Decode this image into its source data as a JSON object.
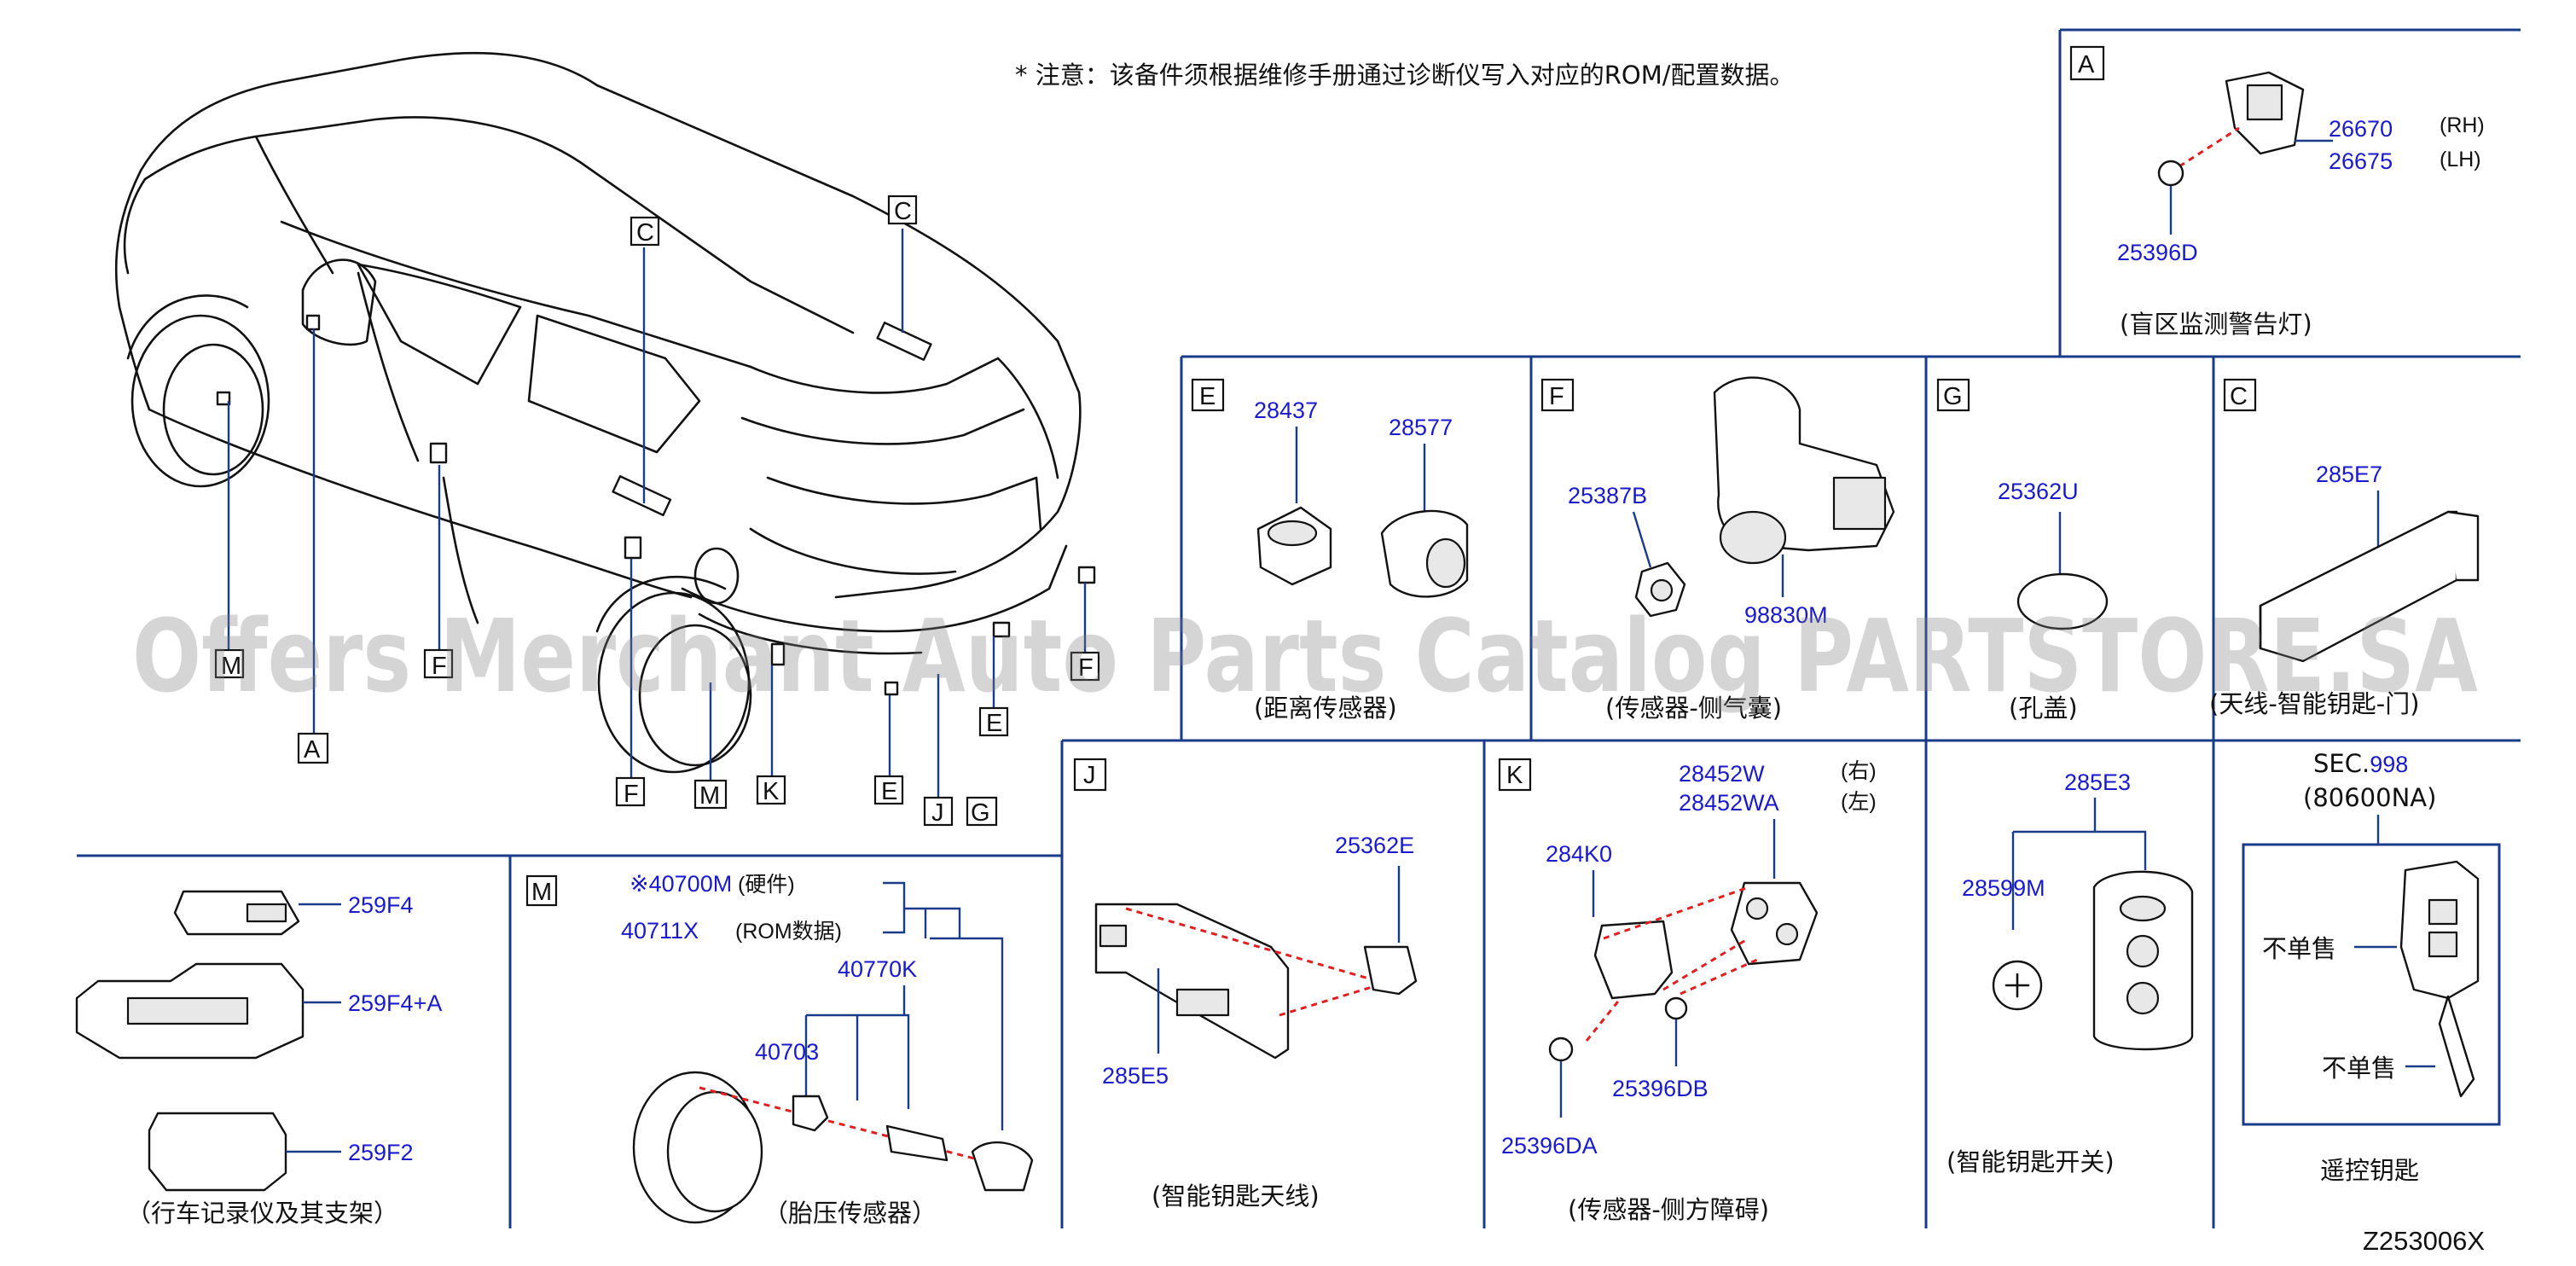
{
  "note": "*  注意：该备件须根据维修手册通过诊断仪写入对应的ROM/配置数据。",
  "watermark": "Offers Merchant Auto Parts Catalog PARTSTORE.SA",
  "diagram_code": "Z253006X",
  "callouts": [
    "M",
    "F",
    "A",
    "C",
    "C",
    "F",
    "M",
    "K",
    "E",
    "J",
    "G",
    "E",
    "F"
  ],
  "sections": {
    "A": {
      "letter": "A",
      "parts": [
        "26670",
        "26675",
        "25396D"
      ],
      "rh": "(RH)",
      "lh": "(LH)",
      "caption": "(盲区监测警告灯)"
    },
    "E": {
      "letter": "E",
      "parts": [
        "28437",
        "28577"
      ],
      "caption": "(距离传感器)"
    },
    "F": {
      "letter": "F",
      "parts": [
        "25387B",
        "98830M"
      ],
      "caption": "(传感器-侧气囊)"
    },
    "G": {
      "letter": "G",
      "parts": [
        "25362U"
      ],
      "caption": "(孔盖)"
    },
    "C": {
      "letter": "C",
      "parts": [
        "285E7"
      ],
      "caption": "(天线-智能钥匙-门)"
    },
    "tacho": {
      "parts": [
        "259F4",
        "259F4+A",
        "259F2"
      ],
      "caption": "（行车记录仪及其支架）"
    },
    "M": {
      "letter": "M",
      "parts": [
        "※40700M",
        "40711X",
        "40770K",
        "40703"
      ],
      "hardware": "(硬件)",
      "rom": "(ROM数据)",
      "caption": "（胎压传感器）"
    },
    "J": {
      "letter": "J",
      "parts": [
        "25362E",
        "285E5"
      ],
      "caption": "(智能钥匙天线)"
    },
    "K": {
      "letter": "K",
      "parts": [
        "28452W",
        "28452WA",
        "284K0",
        "25396DB",
        "25396DA"
      ],
      "right": "(右)",
      "left": "(左)",
      "caption": "(传感器-侧方障碍)"
    },
    "switch": {
      "parts": [
        "285E3",
        "28599M"
      ],
      "caption": "(智能钥匙开关)"
    },
    "remote": {
      "sec": "SEC.",
      "sec_num": "998",
      "sec_sub": "(80600NA)",
      "not_sold_1": "不单售",
      "not_sold_2": "不单售",
      "caption": "遥控钥匙"
    }
  }
}
